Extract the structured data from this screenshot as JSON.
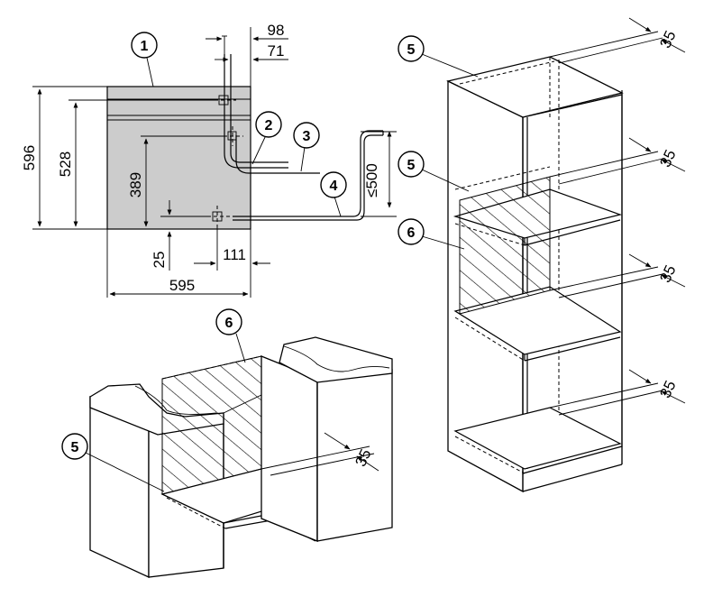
{
  "diagram_title": "",
  "colors": {
    "line": "#000000",
    "unit_face": "#cccccc",
    "background": "#ffffff"
  },
  "front_view": {
    "dimensions": {
      "d98": "98",
      "d71": "71",
      "d596": "596",
      "d528": "528",
      "d389": "389",
      "d25": "25",
      "d111": "111",
      "d595": "595",
      "d500": "≤500"
    },
    "callouts": {
      "c1": "1",
      "c2": "2",
      "c3": "3",
      "c4": "4"
    }
  },
  "base_unit_view": {
    "callouts": {
      "c6": "6",
      "c5": "5"
    },
    "gap": "35"
  },
  "tall_unit_view": {
    "callouts": {
      "c5a": "5",
      "c5b": "5",
      "c6": "6"
    },
    "gaps": [
      "35",
      "35",
      "35",
      "35"
    ]
  }
}
